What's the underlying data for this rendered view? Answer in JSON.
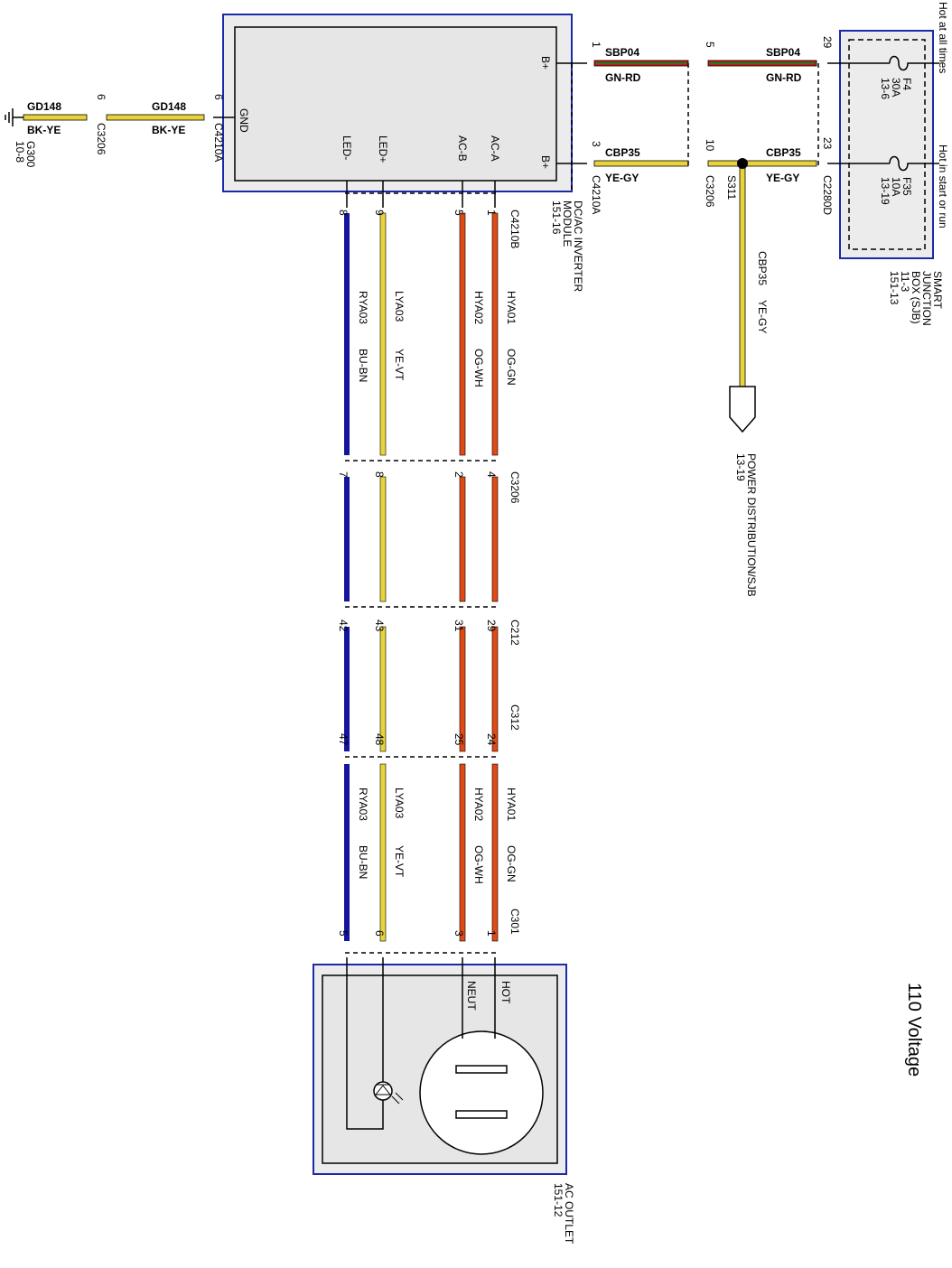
{
  "title": "110 Voltage",
  "colors": {
    "box_border": "#1a2aa8",
    "box_fill": "#ececec",
    "gn_rd_a": "#1f7a1f",
    "gn_rd_b": "#c21a1a",
    "ye_gy": "#e8d33a",
    "bk_ye": "#e8d33a",
    "og": "#e04a14",
    "bu_bn": "#1414a0"
  },
  "modules": {
    "inverter": {
      "name": "DC/AC INVERTER",
      "name2": "MODULE",
      "ref": "151-16",
      "pins": {
        "gnd": "GND",
        "led_minus": "LED-",
        "led_plus": "LED+",
        "ac_b": "AC-B",
        "ac_a": "AC-A",
        "b_plus_1": "B+",
        "b_plus_2": "B+"
      }
    },
    "sjb": {
      "name": "SMART",
      "name2": "JUNCTION",
      "name3": "BOX (SJB)",
      "ref1": "11-3",
      "ref2": "151-13",
      "hot_all": "Hot at all times",
      "hot_run": "Hot in start or run",
      "fuse1": {
        "id": "F4",
        "amps": "30A",
        "ref": "13-6"
      },
      "fuse2": {
        "id": "F35",
        "amps": "10A",
        "ref": "13-19"
      }
    },
    "outlet": {
      "name": "AC OUTLET",
      "ref": "151-12",
      "hot": "HOT",
      "neut": "NEUT"
    }
  },
  "ground": {
    "name": "G300",
    "ref": "10-8"
  },
  "power_dist": {
    "name": "POWER DISTRIBUTION/SJB",
    "ref": "13-19"
  },
  "top_wires": {
    "gd_left": {
      "circuit": "GD148",
      "color": "BK-YE"
    },
    "gd_right": {
      "circuit": "GD148",
      "color": "BK-YE"
    },
    "sbp_left": {
      "circuit": "SBP04",
      "color": "GN-RD"
    },
    "sbp_right": {
      "circuit": "SBP04",
      "color": "GN-RD"
    },
    "cbp_left": {
      "circuit": "CBP35",
      "color": "YE-GY"
    },
    "cbp_right": {
      "circuit": "CBP35",
      "color": "YE-GY"
    },
    "cbp_down": {
      "circuit": "CBP35",
      "color": "YE-GY"
    }
  },
  "top_connectors": {
    "c3206_gnd": "C3206",
    "c3206_gnd_pin": "6",
    "c4210a_gnd": "C4210A",
    "c4210a_gnd_pin": "6",
    "c4210a_b": "C4210A",
    "pin_1": "1",
    "pin_3": "3",
    "c3206_b": "C3206",
    "pin_5": "5",
    "pin_10": "10",
    "s311": "S311",
    "c2280d": "C2280D",
    "pin_29": "29",
    "pin_23": "23"
  },
  "vertical_wires": {
    "w1": {
      "circuit": "RYA03",
      "color": "BU-BN"
    },
    "w2": {
      "circuit": "LYA03",
      "color": "YE-VT"
    },
    "w3": {
      "circuit": "HYA02",
      "color": "OG-WH"
    },
    "w4": {
      "circuit": "HYA01",
      "color": "OG-GN"
    }
  },
  "connectors": {
    "c4210b": {
      "name": "C4210B",
      "pins": [
        "8",
        "9",
        "5",
        "1"
      ]
    },
    "c3206": {
      "name": "C3206",
      "pins": [
        "7",
        "8",
        "2",
        "4"
      ]
    },
    "c212": {
      "name": "C212",
      "pins": [
        "42",
        "43",
        "31",
        "29"
      ]
    },
    "c312": {
      "name": "C312",
      "pins": [
        "47",
        "48",
        "25",
        "24"
      ]
    },
    "c301": {
      "name": "C301",
      "pins": [
        "5",
        "6",
        "3",
        "1"
      ]
    }
  }
}
